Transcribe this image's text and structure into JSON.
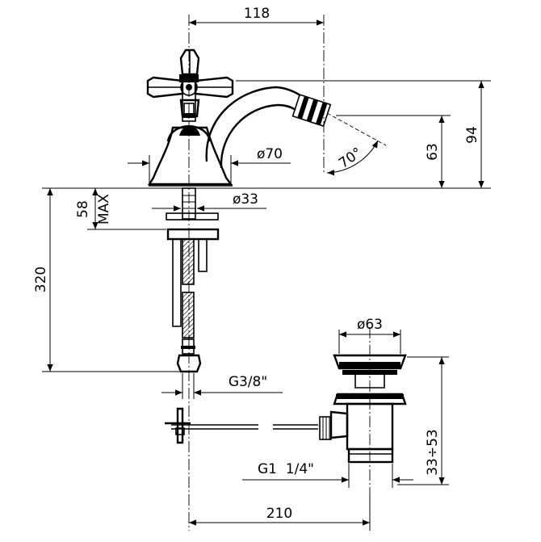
{
  "dimensions": {
    "width_118": "118",
    "height_94": "94",
    "height_63": "63",
    "angle_70": "70°",
    "diameter_70": "ø70",
    "max_58": "58",
    "max_label": "MAX",
    "diameter_33": "ø33",
    "length_320": "320",
    "thread_g38": "G3/8\"",
    "diameter_63": "ø63",
    "range_33_53": "33÷53",
    "thread_g114": "G1  1/4\"",
    "length_210": "210"
  }
}
